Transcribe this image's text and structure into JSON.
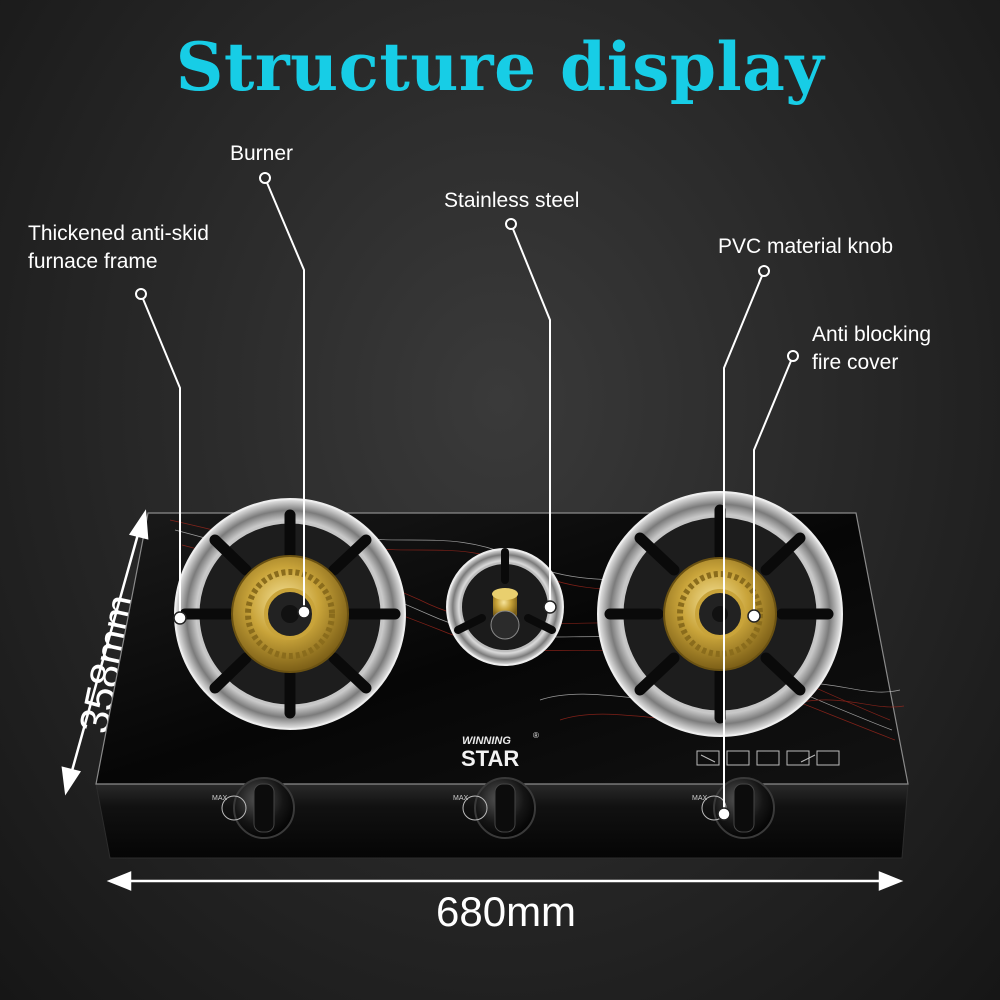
{
  "title": "Structure display",
  "callouts": {
    "burner": "Burner",
    "frame_line1": "Thickened anti-skid",
    "frame_line2": "furnace frame",
    "steel": "Stainless steel",
    "knob": "PVC material knob",
    "cover_line1": "Anti blocking",
    "cover_line2": "fire cover"
  },
  "dimensions": {
    "depth": "358mm",
    "width": "680mm"
  },
  "brand": {
    "top": "WINNING",
    "bottom": "STAR",
    "mark": "®"
  },
  "knob_label": "MAX",
  "colors": {
    "accent": "#17cde6",
    "text": "#ffffff",
    "brass": "#c9a43a",
    "glass": "#0b0b0b"
  }
}
